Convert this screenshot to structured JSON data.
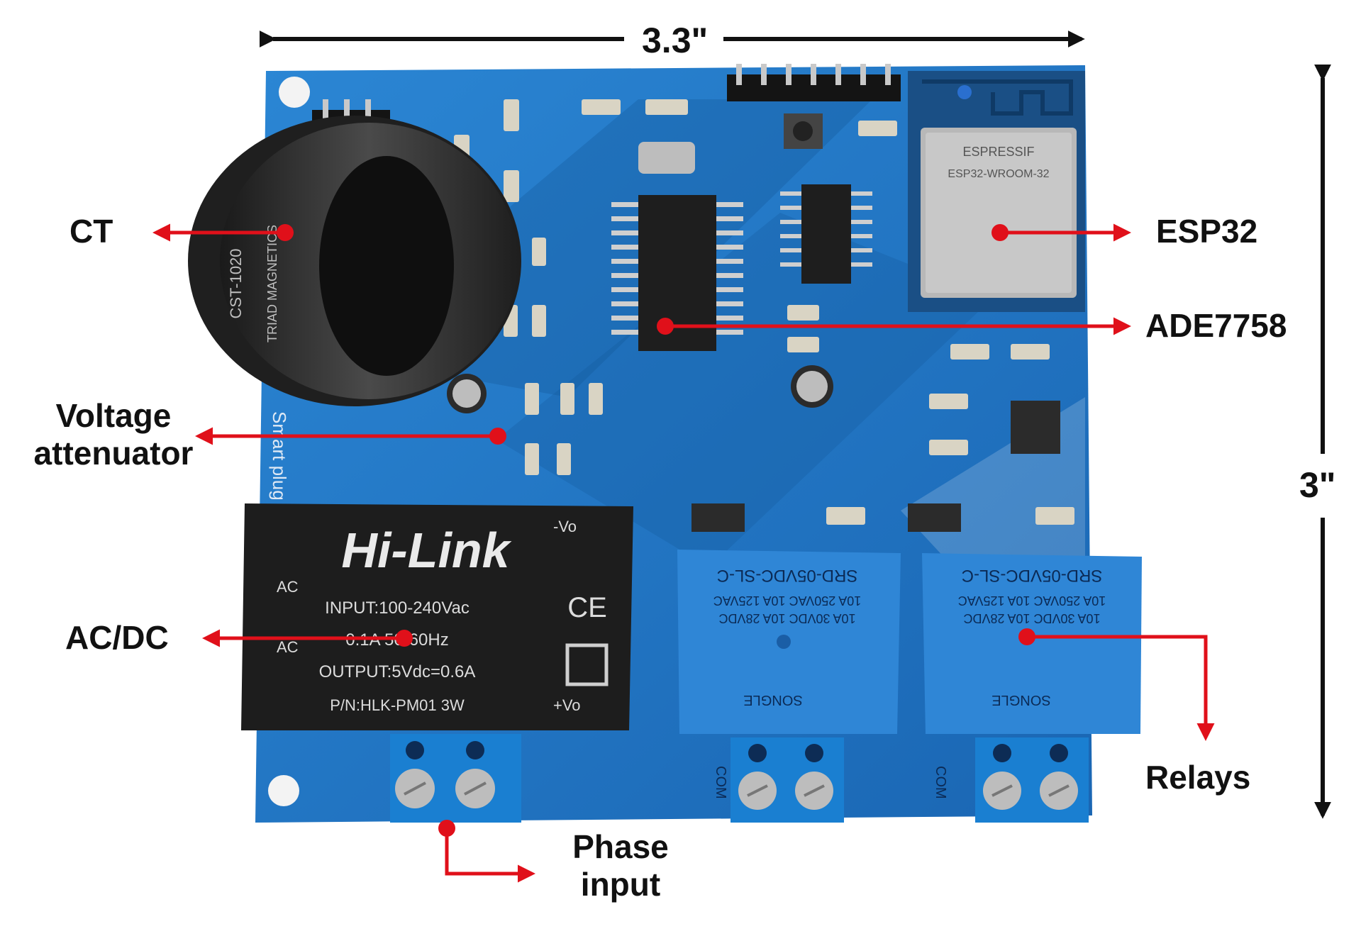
{
  "dimensions": {
    "width_label": "3.3\"",
    "height_label": "3\""
  },
  "callouts": {
    "ct": "CT",
    "esp32": "ESP32",
    "ade7758": "ADE7758",
    "voltage_attenuator_line1": "Voltage",
    "voltage_attenuator_line2": "attenuator",
    "acdc": "AC/DC",
    "relays": "Relays",
    "phase_input_line1": "Phase",
    "phase_input_line2": "input"
  },
  "board": {
    "hilink_brand": "Hi-Link",
    "hilink_input": "INPUT:100-240Vac",
    "hilink_current": "0.1A 50-60Hz",
    "hilink_output": "OUTPUT:5Vdc=0.6A",
    "hilink_pn": "P/N:HLK-PM01 3W",
    "hilink_pin_ac": "AC",
    "hilink_pin_vo_neg": "-Vo",
    "hilink_pin_vo_pos": "+Vo",
    "ct_text1": "CST-1020",
    "ct_text2": "TRIAD MAGNETICS",
    "esp_text1": "ESPRESSIF",
    "esp_text2": "ESP32-WROOM-32",
    "relay_model": "SRD-05VDC-SL-C",
    "relay_rating1": "10A 250VAC 10A 125VAC",
    "relay_rating2": "10A 30VDC 10A 28VDC",
    "relay_brand": "SONGLE",
    "com_label": "COM",
    "silk_smart": "Smart plug"
  },
  "colors": {
    "pcb": "#1e73c0",
    "pcb_dark": "#155a9c",
    "arrow": "#e0101a",
    "relay": "#2f86d6",
    "terminal": "#1a7fd1"
  }
}
